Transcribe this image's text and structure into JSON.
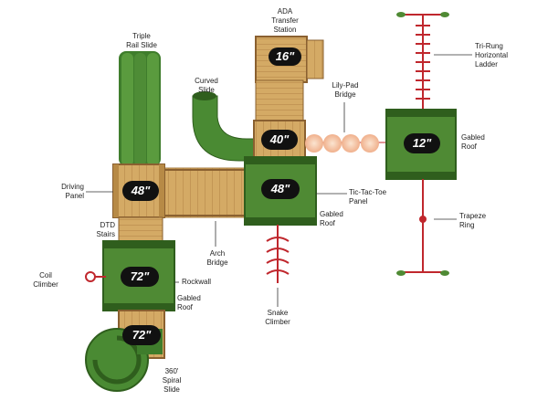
{
  "heights": {
    "ada_station": "16\"",
    "upper_tower": "40\"",
    "center_deck": "48\"",
    "right_deck": "48\"",
    "gabled_right": "12\"",
    "left_tower": "72\"",
    "bottom_deck": "72\""
  },
  "labels": {
    "ada": [
      "ADA",
      "Transfer",
      "Station"
    ],
    "triple_slide": [
      "Triple",
      "Rail Slide"
    ],
    "curved_slide": [
      "Curved",
      "Slide"
    ],
    "lily_pad": [
      "Lily-Pad",
      "Bridge"
    ],
    "tri_rung": [
      "Tri-Rung",
      "Horizontal",
      "Ladder"
    ],
    "gabled_roof_right": [
      "Gabled",
      "Roof"
    ],
    "driving_panel": [
      "Driving",
      "Panel"
    ],
    "tic_tac_toe": [
      "Tic-Tac-Toe",
      "Panel"
    ],
    "gabled_roof_mid": [
      "Gabled",
      "Roof"
    ],
    "trapeze": [
      "Trapeze",
      "Ring"
    ],
    "dtd_stairs": [
      "DTD",
      "Stairs"
    ],
    "arch_bridge": [
      "Arch",
      "Bridge"
    ],
    "coil_climber": [
      "Coil",
      "Climber"
    ],
    "rockwall": [
      "Rockwall"
    ],
    "gabled_roof_left": [
      "Gabled",
      "Roof"
    ],
    "snake_climber": [
      "Snake",
      "Climber"
    ],
    "spiral_slide": [
      "360'",
      "Spiral",
      "Slide"
    ]
  },
  "colors": {
    "green": "#4f8a34",
    "dark_green": "#2f5e1d",
    "wood": "#d2a862",
    "wood_dark": "#b78a46",
    "red": "#c0272d",
    "badge": "#111111"
  }
}
